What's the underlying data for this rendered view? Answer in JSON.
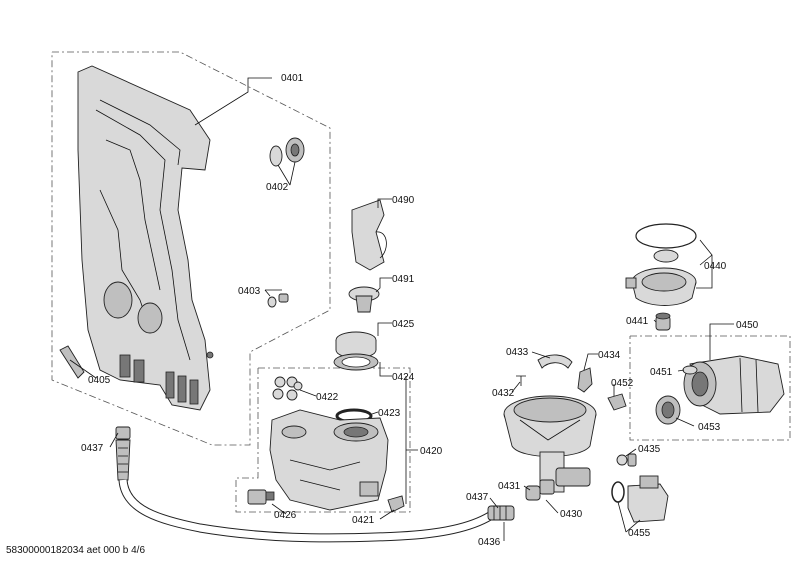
{
  "labels": {
    "p0401": "0401",
    "p0402": "0402",
    "p0403": "0403",
    "p0405": "0405",
    "p0437a": "0437",
    "p0490": "0490",
    "p0491": "0491",
    "p0425": "0425",
    "p0424": "0424",
    "p0422": "0422",
    "p0423": "0423",
    "p0420": "0420",
    "p0426": "0426",
    "p0421": "0421",
    "p0433": "0433",
    "p0434": "0434",
    "p0432": "0432",
    "p0452": "0452",
    "p0431": "0431",
    "p0437b": "0437",
    "p0430": "0430",
    "p0436": "0436",
    "p0440": "0440",
    "p0441": "0441",
    "p0450": "0450",
    "p0451": "0451",
    "p0453": "0453",
    "p0435": "0435",
    "p0455": "0455"
  },
  "footer": "58300000182034 aet 000 b 4/6"
}
